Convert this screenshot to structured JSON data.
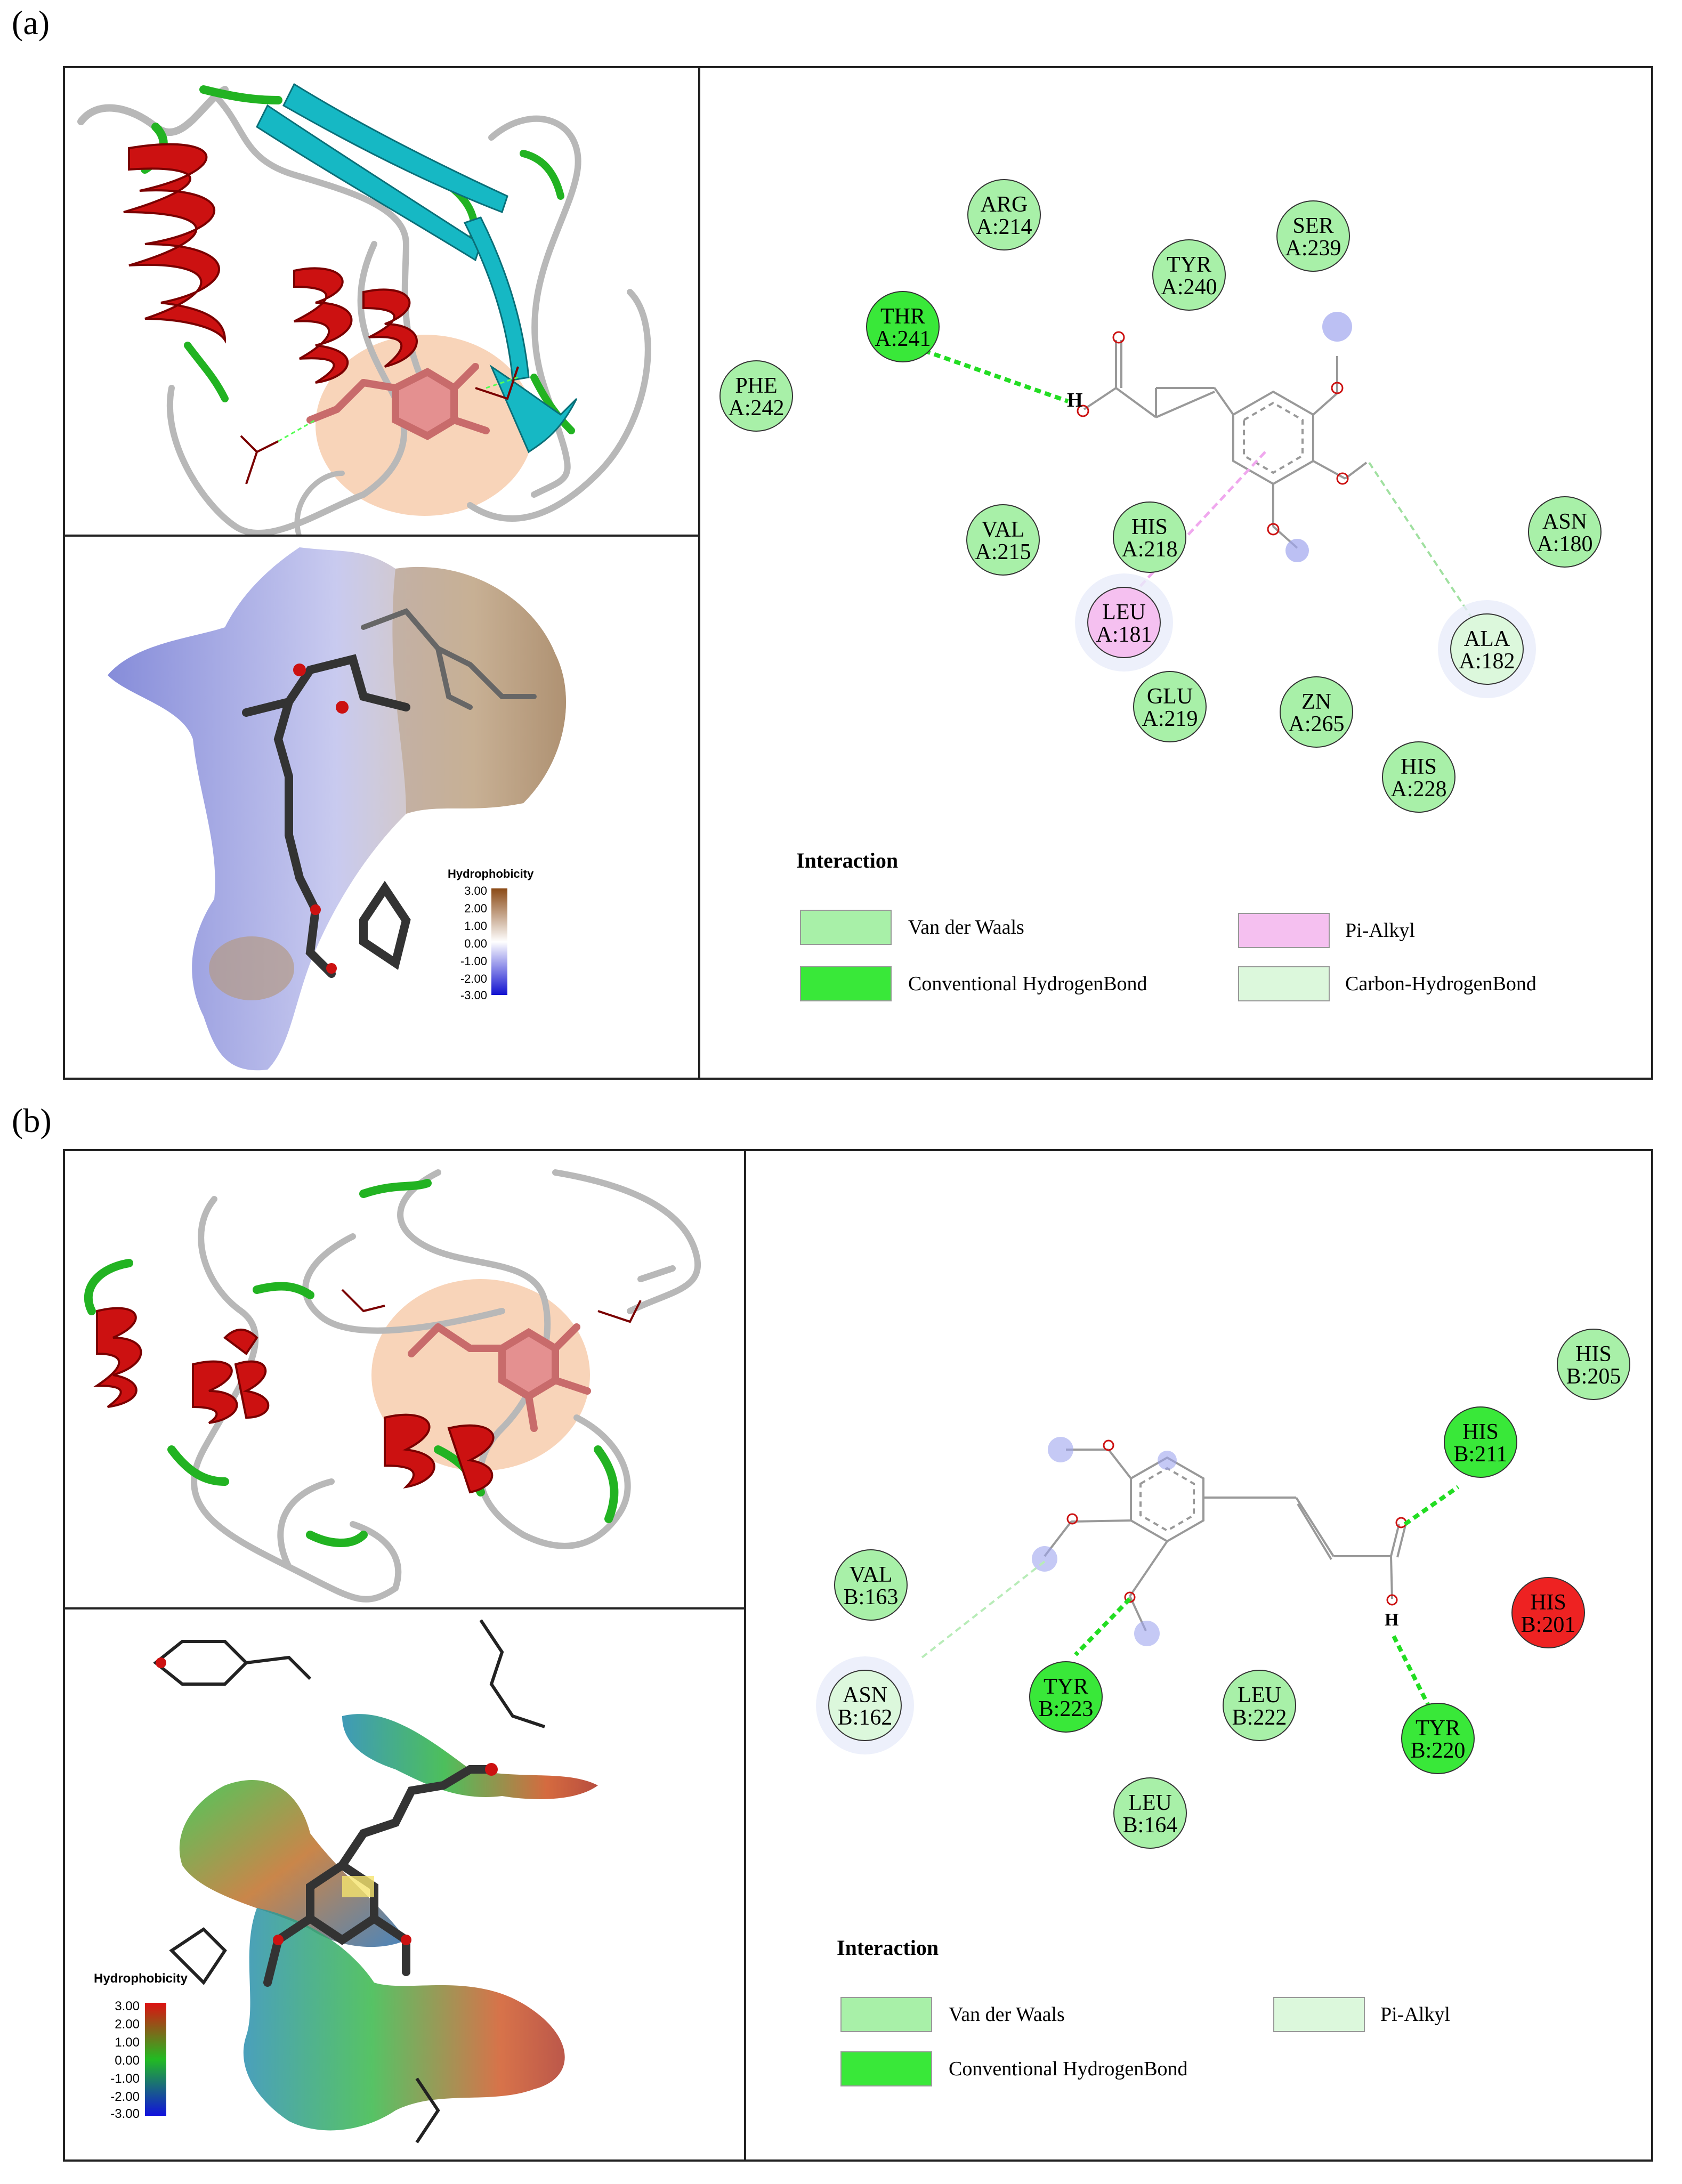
{
  "panels": [
    {
      "label": "(a)",
      "hydrophobicity": {
        "title": "Hydrophobicity",
        "ticks": [
          "3.00",
          "2.00",
          "1.00",
          "0.00",
          "-1.00",
          "-2.00",
          "-3.00"
        ]
      },
      "residues": [
        {
          "name": "ARG",
          "id": "A:214",
          "type": "vdw"
        },
        {
          "name": "SER",
          "id": "A:239",
          "type": "vdw"
        },
        {
          "name": "TYR",
          "id": "A:240",
          "type": "vdw"
        },
        {
          "name": "THR",
          "id": "A:241",
          "type": "hbond"
        },
        {
          "name": "PHE",
          "id": "A:242",
          "type": "vdw"
        },
        {
          "name": "VAL",
          "id": "A:215",
          "type": "vdw"
        },
        {
          "name": "HIS",
          "id": "A:218",
          "type": "vdw"
        },
        {
          "name": "ASN",
          "id": "A:180",
          "type": "vdw"
        },
        {
          "name": "LEU",
          "id": "A:181",
          "type": "pialkyl"
        },
        {
          "name": "ALA",
          "id": "A:182",
          "type": "chbond"
        },
        {
          "name": "GLU",
          "id": "A:219",
          "type": "vdw"
        },
        {
          "name": "ZN",
          "id": "A:265",
          "type": "vdw"
        },
        {
          "name": "HIS",
          "id": "A:228",
          "type": "vdw"
        }
      ],
      "atoms": {
        "h": "H"
      },
      "legend": {
        "title": "Interaction",
        "items": [
          {
            "label": "Van der Waals",
            "color": "#a8f0a8"
          },
          {
            "label": "Pi-Alkyl",
            "color": "#f5c0f0"
          },
          {
            "label": "Conventional HydrogenBond",
            "color": "#39e839"
          },
          {
            "label": "Carbon-HydrogenBond",
            "color": "#dcf8dc"
          }
        ]
      }
    },
    {
      "label": "(b)",
      "hydrophobicity": {
        "title": "Hydrophobicity",
        "ticks": [
          "3.00",
          "2.00",
          "1.00",
          "0.00",
          "-1.00",
          "-2.00",
          "-3.00"
        ]
      },
      "residues": [
        {
          "name": "HIS",
          "id": "B:205",
          "type": "vdw"
        },
        {
          "name": "HIS",
          "id": "B:211",
          "type": "hbond"
        },
        {
          "name": "VAL",
          "id": "B:163",
          "type": "vdw"
        },
        {
          "name": "HIS",
          "id": "B:201",
          "type": "unfav"
        },
        {
          "name": "ASN",
          "id": "B:162",
          "type": "chbond"
        },
        {
          "name": "TYR",
          "id": "B:223",
          "type": "hbond"
        },
        {
          "name": "LEU",
          "id": "B:222",
          "type": "vdw"
        },
        {
          "name": "TYR",
          "id": "B:220",
          "type": "hbond"
        },
        {
          "name": "LEU",
          "id": "B:164",
          "type": "vdw"
        }
      ],
      "atoms": {
        "h": "H"
      },
      "legend": {
        "title": "Interaction",
        "items": [
          {
            "label": "Van der Waals",
            "color": "#a8f0a8"
          },
          {
            "label": "Pi-Alkyl",
            "color": "#dcf8dc"
          },
          {
            "label": "Conventional HydrogenBond",
            "color": "#39e839"
          }
        ]
      }
    }
  ]
}
